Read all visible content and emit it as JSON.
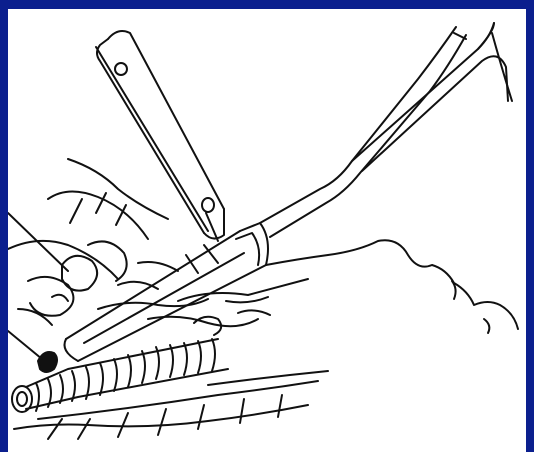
{
  "figure": {
    "frame_color": "#0b1f8e",
    "background_color": "#ffffff",
    "line_color": "#111111",
    "subject_parts": [
      "trocar-sheath",
      "long-forceps",
      "handle-with-wire",
      "ribbed-tube",
      "tissue-layers",
      "surface-contour"
    ]
  }
}
